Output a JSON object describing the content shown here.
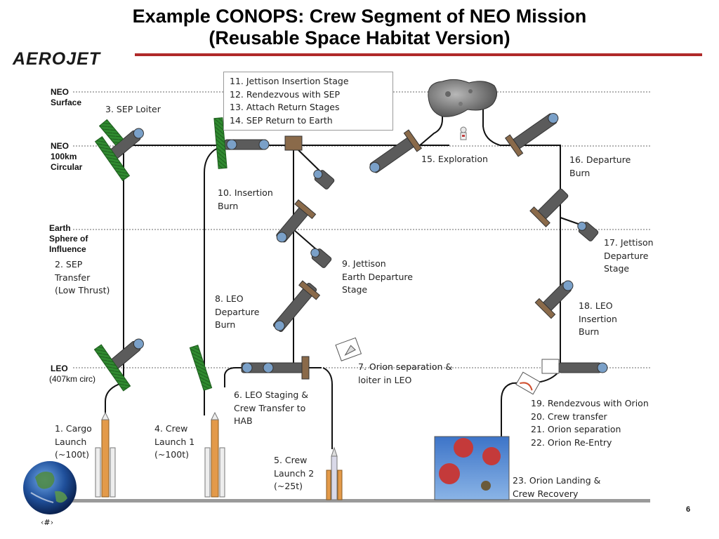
{
  "title_line1": "Example CONOPS: Crew Segment of NEO Mission",
  "title_line2": "(Reusable Space Habitat Version)",
  "logo": "AEROJET",
  "levels": {
    "neo_surface": "NEO\nSurface",
    "neo_orbit": "NEO\n100km\nCircular",
    "earth_soi": "Earth\nSphere of\nInfluence",
    "leo": "LEO",
    "leo_sub": "(407km circ)"
  },
  "steps": {
    "s1": "1. Cargo\nLaunch\n(~100t)",
    "s2": "2. SEP\nTransfer\n(Low Thrust)",
    "s3": "3. SEP Loiter",
    "s4": "4. Crew\nLaunch 1\n(~100t)",
    "s5": "5. Crew\nLaunch 2\n(~25t)",
    "s6": "6. LEO Staging &\nCrew Transfer to\nHAB",
    "s7": "7. Orion separation &\nloiter in LEO",
    "s8": "8. LEO\nDeparture\nBurn",
    "s9": "9. Jettison\nEarth Departure\nStage",
    "s10": "10. Insertion\nBurn",
    "box": "11. Jettison Insertion Stage\n12. Rendezvous with SEP\n13. Attach Return Stages\n14. SEP Return to Earth",
    "s15": "15. Exploration",
    "s16": "16. Departure\nBurn",
    "s17": "17. Jettison\nDeparture\nStage",
    "s18": "18. LEO\nInsertion\nBurn",
    "s19_22": "19. Rendezvous with Orion\n20. Crew transfer\n21. Orion separation\n22. Orion Re-Entry",
    "s23": "23. Orion Landing &\nCrew Recovery"
  },
  "page_number": "6",
  "footer_hash": "‹#›",
  "colors": {
    "title_rule": "#b02a2a",
    "solar_panel": "#2f8a2f",
    "rocket_body": "#e39a4a",
    "path_line": "#111111",
    "level_line": "#9a9a9a",
    "ground": "#9a9a9a",
    "parachute": "#c43a3a"
  }
}
